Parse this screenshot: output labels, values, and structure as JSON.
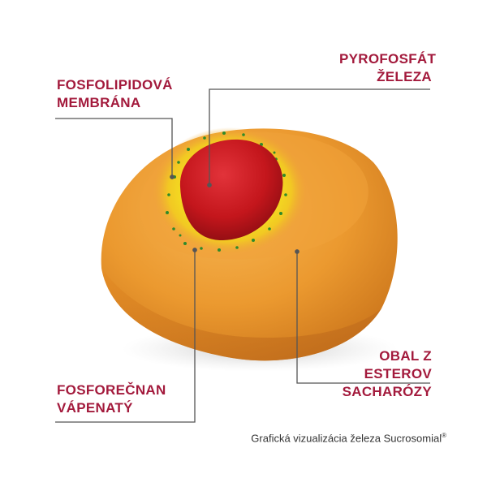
{
  "labels": {
    "phospholipid_membrane": "FOSFOLIPIDOVÁ\nMEMBRÁNA",
    "iron_pyrophosphate": "PYROFOSFÁT\nŽELEZA",
    "sucrose_ester_coating": "OBAL Z ESTEROV\nSACHARÓZY",
    "calcium_phosphate": "FOSFOREČNAN\nVÁPENATÝ"
  },
  "caption": {
    "text": "Grafická vizualizácia železa Sucrosomial",
    "trademark": "®"
  },
  "colors": {
    "label": "#a31a3c",
    "leader_line": "#555555",
    "shell": "#e8932a",
    "core": "#c4161c",
    "membrane": "#f2d11a"
  }
}
